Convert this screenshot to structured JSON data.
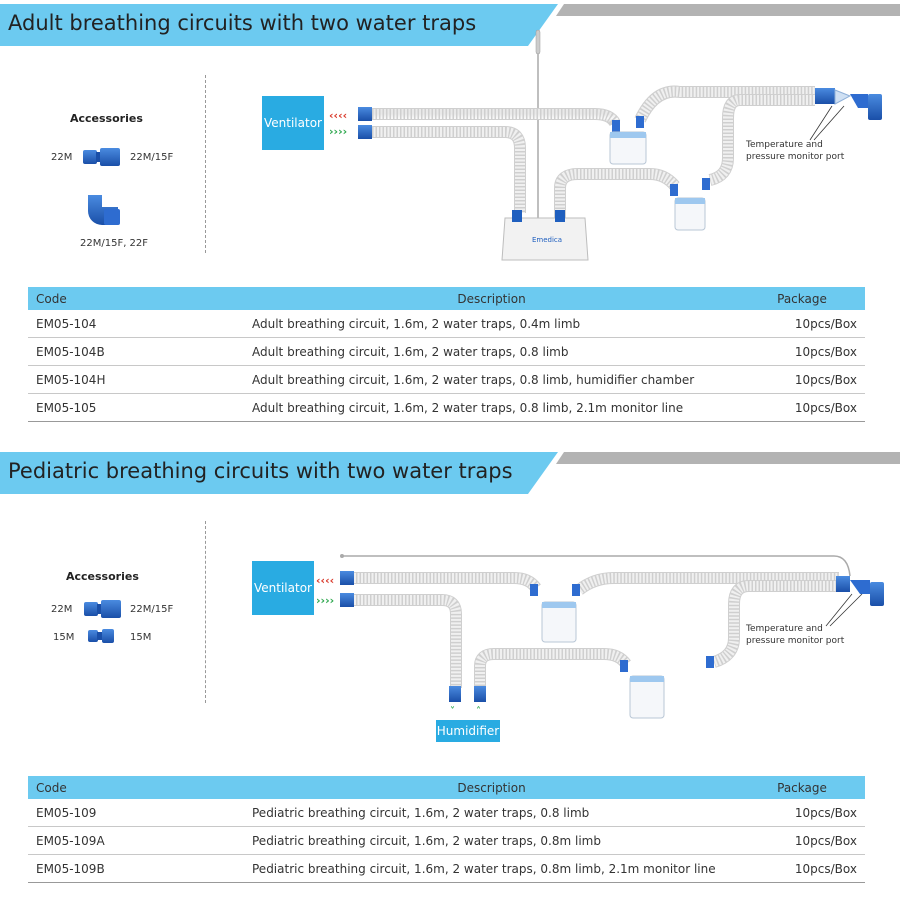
{
  "adult": {
    "title": "Adult breathing circuits with two water traps",
    "accessories_title": "Accessories",
    "acc1_left": "22M",
    "acc1_right": "22M/15F",
    "acc2": "22M/15F, 22F",
    "ventilator": "Ventilator",
    "port_note_1": "Temperature and",
    "port_note_2": "pressure monitor port",
    "brand": "Emedica",
    "table": {
      "headers": [
        "Code",
        "Description",
        "Package"
      ],
      "rows": [
        [
          "EM05-104",
          "Adult breathing circuit, 1.6m, 2 water traps, 0.4m limb",
          "10pcs/Box"
        ],
        [
          "EM05-104B",
          "Adult breathing circuit, 1.6m, 2 water traps, 0.8 limb",
          "10pcs/Box"
        ],
        [
          "EM05-104H",
          "Adult breathing circuit, 1.6m, 2 water traps, 0.8 limb, humidifier chamber",
          "10pcs/Box"
        ],
        [
          "EM05-105",
          "Adult breathing circuit, 1.6m, 2 water traps, 0.8 limb, 2.1m monitor line",
          "10pcs/Box"
        ]
      ]
    }
  },
  "pediatric": {
    "title": "Pediatric breathing circuits with two water traps",
    "accessories_title": "Accessories",
    "acc1_left": "22M",
    "acc1_right": "22M/15F",
    "acc2_left": "15M",
    "acc2_right": "15M",
    "ventilator": "Ventilator",
    "humidifier": "Humidifier",
    "port_note_1": "Temperature and",
    "port_note_2": "pressure monitor port",
    "table": {
      "headers": [
        "Code",
        "Description",
        "Package"
      ],
      "rows": [
        [
          "EM05-109",
          "Pediatric breathing circuit, 1.6m, 2 water traps, 0.8 limb",
          "10pcs/Box"
        ],
        [
          "EM05-109A",
          "Pediatric breathing circuit, 1.6m, 2 water traps, 0.8m limb",
          "10pcs/Box"
        ],
        [
          "EM05-109B",
          "Pediatric breathing circuit, 1.6m, 2 water traps, 0.8m limb, 2.1m monitor line",
          "10pcs/Box"
        ]
      ]
    }
  },
  "colors": {
    "banner_blue": "#6ccaf0",
    "banner_gray": "#b3b3b3",
    "ventilator_blue": "#29abe2",
    "connector_blue": "#1f5fbf"
  }
}
